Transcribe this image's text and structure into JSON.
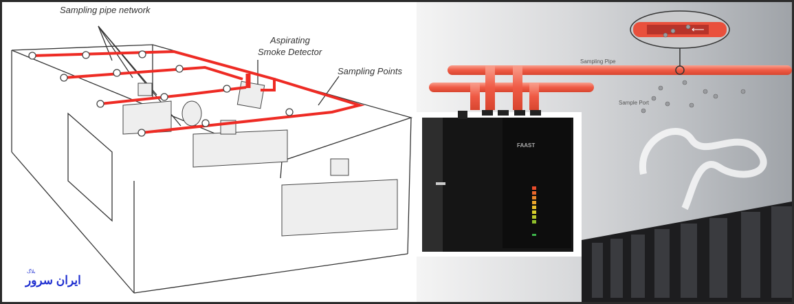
{
  "left_diagram": {
    "labels": {
      "pipe_network": "Sampling pipe network",
      "detector_line1": "Aspirating",
      "detector_line2": "Smoke Detector",
      "sampling_points": "Sampling Points"
    }
  },
  "right_diagram": {
    "labels": {
      "sampling_pipe": "Sampling Pipe",
      "sample_port": "Sample Port",
      "device_brand": "FAAST"
    }
  },
  "logo": {
    "main": "ایران سرور",
    "sub": "بلاگ"
  },
  "colors": {
    "pipe": "#ee2b24",
    "pipe_glow": "#f47c6a",
    "logo": "#1f2fd0",
    "frame": "#2b2b2b"
  }
}
